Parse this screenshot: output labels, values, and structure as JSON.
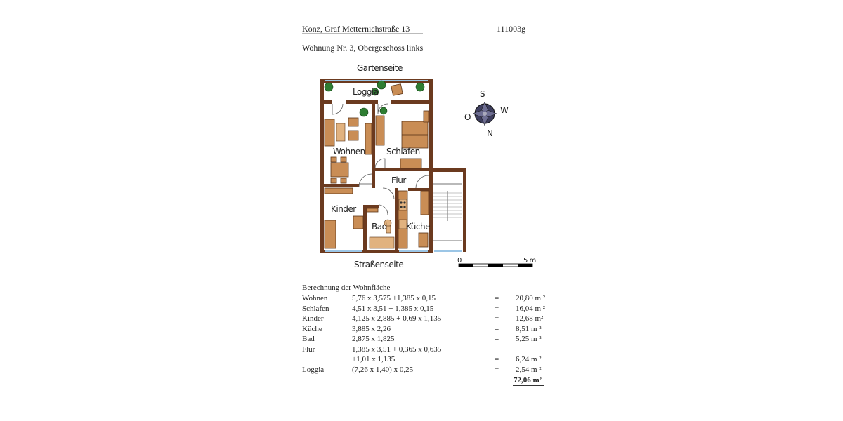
{
  "header": {
    "address": "Konz, Graf Metternichstraße 13",
    "code": "111003g",
    "unit": "Wohnung Nr. 3, Obergeschoss  links"
  },
  "plan": {
    "top_side": "Gartenseite",
    "bottom_side": "Straßenseite",
    "rooms": {
      "loggia": "Loggia",
      "wohnen": "Wohnen",
      "schlafen": "Schlafen",
      "flur": "Flur",
      "kinder": "Kinder",
      "bad": "Bad",
      "kueche": "Küche"
    },
    "compass": {
      "s": "S",
      "w": "W",
      "o": "O",
      "n": "N"
    },
    "scale": {
      "start": "0",
      "end": "5 m"
    },
    "colors": {
      "wall": "#6b3a1f",
      "furniture": "#c98d55",
      "plants": "#2e7d32"
    }
  },
  "calculation": {
    "title": "Berechnung der Wohnfläche",
    "rows": [
      {
        "name": "Wohnen",
        "formula": "5,76 x 3,575 +1,385 x 0,15",
        "eq": "=",
        "value": "20,80 m ²"
      },
      {
        "name": "Schlafen",
        "formula": "4,51 x 3,51 + 1,385 x 0,15",
        "eq": "=",
        "value": "16,04 m ²"
      },
      {
        "name": "Kinder",
        "formula": "4,125 x 2,885 + 0,69 x 1,135",
        "eq": "=",
        "value": "12,68 m²"
      },
      {
        "name": "Küche",
        "formula": "3,885 x 2,26",
        "eq": "=",
        "value": "8,51 m ²"
      },
      {
        "name": "Bad",
        "formula": "2,875 x 1,825",
        "eq": "=",
        "value": "5,25 m ²"
      },
      {
        "name": "Flur",
        "formula": "1,385 x 3,51 + 0,365 x 0,635",
        "eq": "",
        "value": ""
      },
      {
        "name": "",
        "formula": "+1,01 x 1,135",
        "eq": "=",
        "value": "6,24 m ²"
      },
      {
        "name": "Loggia",
        "formula": "(7,26 x 1,40) x 0,25",
        "eq": "=",
        "value": "2,54 m ²"
      }
    ],
    "total": "72,06 m²"
  }
}
